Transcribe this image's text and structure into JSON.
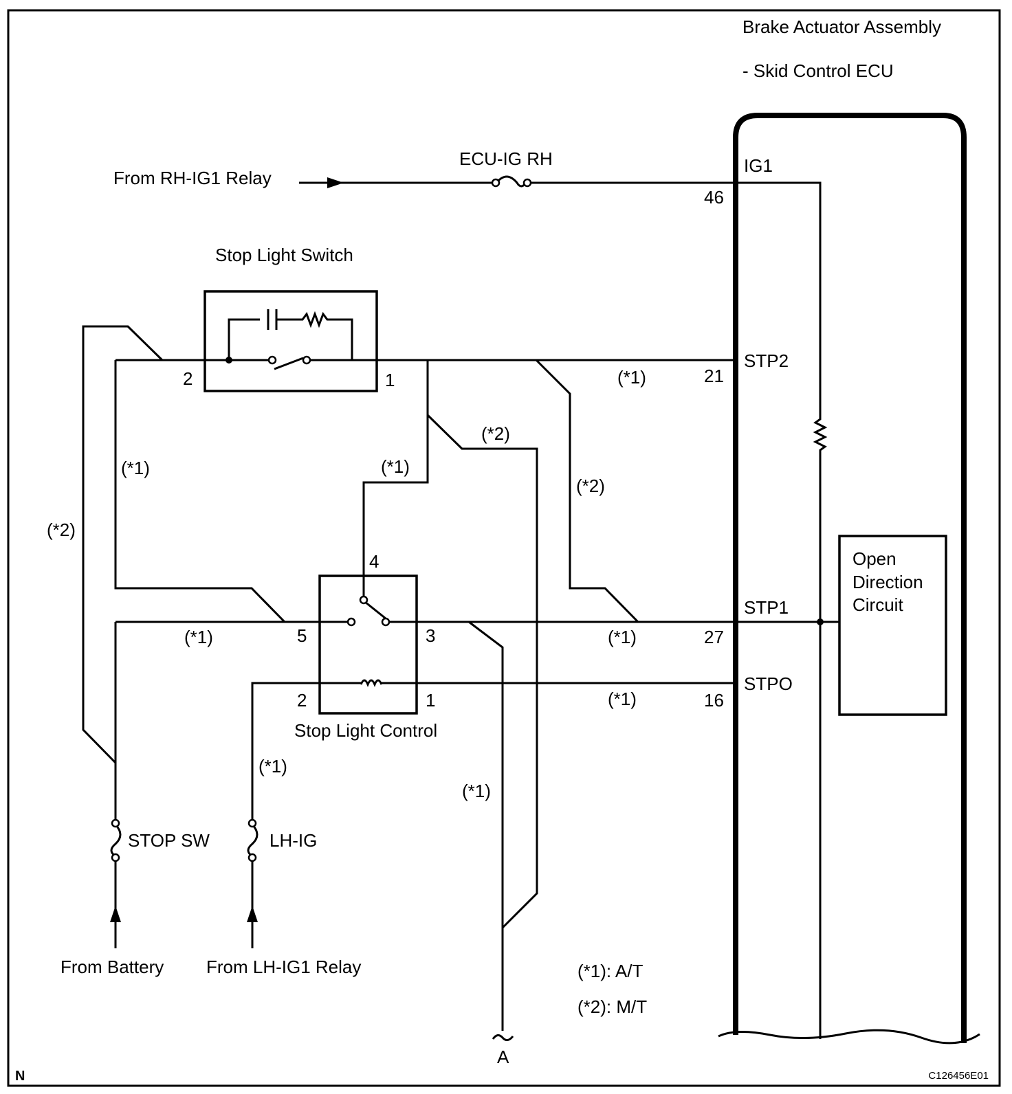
{
  "ecu": {
    "title": "Brake Actuator Assembly",
    "subtitle": "- Skid Control ECU",
    "circuit_label_lines": [
      "Open",
      "Direction",
      "Circuit"
    ]
  },
  "pins": {
    "ig1": {
      "name": "IG1",
      "number": "46"
    },
    "stp2": {
      "name": "STP2",
      "number": "21"
    },
    "stp1": {
      "name": "STP1",
      "number": "27"
    },
    "stpo": {
      "name": "STPO",
      "number": "16"
    }
  },
  "sources": {
    "rh_ig1": "From RH-IG1 Relay",
    "battery": "From Battery",
    "lh_ig1": "From LH-IG1 Relay"
  },
  "fuses": {
    "ecu_ig_rh": "ECU-IG RH",
    "stop_sw": "STOP SW",
    "lh_ig": "LH-IG"
  },
  "components": {
    "stop_light_switch": {
      "label": "Stop Light Switch",
      "pin_left": "2",
      "pin_right": "1"
    },
    "stop_light_control": {
      "label": "Stop Light Control",
      "pin4": "4",
      "pin5": "5",
      "pin3": "3",
      "pin2": "2",
      "pin1": "1"
    }
  },
  "tags": {
    "at": "(*1)",
    "mt": "(*2)"
  },
  "connector": "A",
  "legend": [
    "(*1): A/T",
    "(*2): M/T"
  ],
  "footer": {
    "corner_letter": "N",
    "figure_code": "C126456E01"
  }
}
